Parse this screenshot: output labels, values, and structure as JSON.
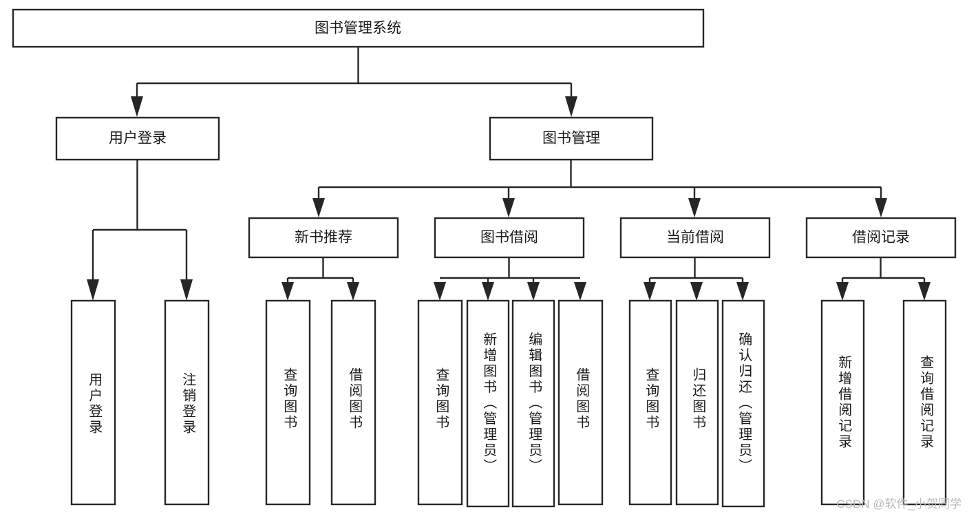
{
  "diagram": {
    "title": "图书管理系统",
    "type": "tree-hierarchy",
    "watermark": "CSDN @软件_小贺同学",
    "colors": {
      "stroke": "#262626",
      "box_fill": "#ffffff",
      "text": "#1a1a1a",
      "background": "#ffffff",
      "watermark": "#b9b9b9"
    },
    "nodes": {
      "root": {
        "label": "图书管理系统",
        "level": 0
      },
      "user_login": {
        "label": "用户登录",
        "level": 1
      },
      "book_manage": {
        "label": "图书管理",
        "level": 1
      },
      "new_book_rec": {
        "label": "新书推荐",
        "level": 2
      },
      "book_borrow": {
        "label": "图书借阅",
        "level": 2
      },
      "current_borrow": {
        "label": "当前借阅",
        "level": 2
      },
      "borrow_record": {
        "label": "借阅记录",
        "level": 2
      },
      "leaf_user_login": {
        "label": "用户登录",
        "level": 3
      },
      "leaf_logout": {
        "label": "注销登录",
        "level": 3
      },
      "leaf_query_book_a": {
        "label": "查询图书",
        "level": 3
      },
      "leaf_borrow_book_a": {
        "label": "借阅图书",
        "level": 3
      },
      "leaf_query_book_b": {
        "label": "查询图书",
        "level": 3
      },
      "leaf_add_book": {
        "label": "新增图书（管理员）",
        "level": 3
      },
      "leaf_edit_book": {
        "label": "编辑图书（管理员）",
        "level": 3
      },
      "leaf_borrow_book_b": {
        "label": "借阅图书",
        "level": 3
      },
      "leaf_query_book_c": {
        "label": "查询图书",
        "level": 3
      },
      "leaf_return_book": {
        "label": "归还图书",
        "level": 3
      },
      "leaf_confirm_return": {
        "label": "确认归还（管理员）",
        "level": 3
      },
      "leaf_add_record": {
        "label": "新增借阅记录",
        "level": 3
      },
      "leaf_query_record": {
        "label": "查询借阅记录",
        "level": 3
      }
    },
    "edges": [
      {
        "from": "root",
        "to": "user_login"
      },
      {
        "from": "root",
        "to": "book_manage"
      },
      {
        "from": "user_login",
        "to": "leaf_user_login"
      },
      {
        "from": "user_login",
        "to": "leaf_logout"
      },
      {
        "from": "book_manage",
        "to": "new_book_rec"
      },
      {
        "from": "book_manage",
        "to": "book_borrow"
      },
      {
        "from": "book_manage",
        "to": "current_borrow"
      },
      {
        "from": "book_manage",
        "to": "borrow_record"
      },
      {
        "from": "new_book_rec",
        "to": "leaf_query_book_a"
      },
      {
        "from": "new_book_rec",
        "to": "leaf_borrow_book_a"
      },
      {
        "from": "book_borrow",
        "to": "leaf_query_book_b"
      },
      {
        "from": "book_borrow",
        "to": "leaf_add_book"
      },
      {
        "from": "book_borrow",
        "to": "leaf_edit_book"
      },
      {
        "from": "book_borrow",
        "to": "leaf_borrow_book_b"
      },
      {
        "from": "current_borrow",
        "to": "leaf_query_book_c"
      },
      {
        "from": "current_borrow",
        "to": "leaf_return_book"
      },
      {
        "from": "current_borrow",
        "to": "leaf_confirm_return"
      },
      {
        "from": "borrow_record",
        "to": "leaf_add_record"
      },
      {
        "from": "borrow_record",
        "to": "leaf_query_record"
      }
    ]
  }
}
